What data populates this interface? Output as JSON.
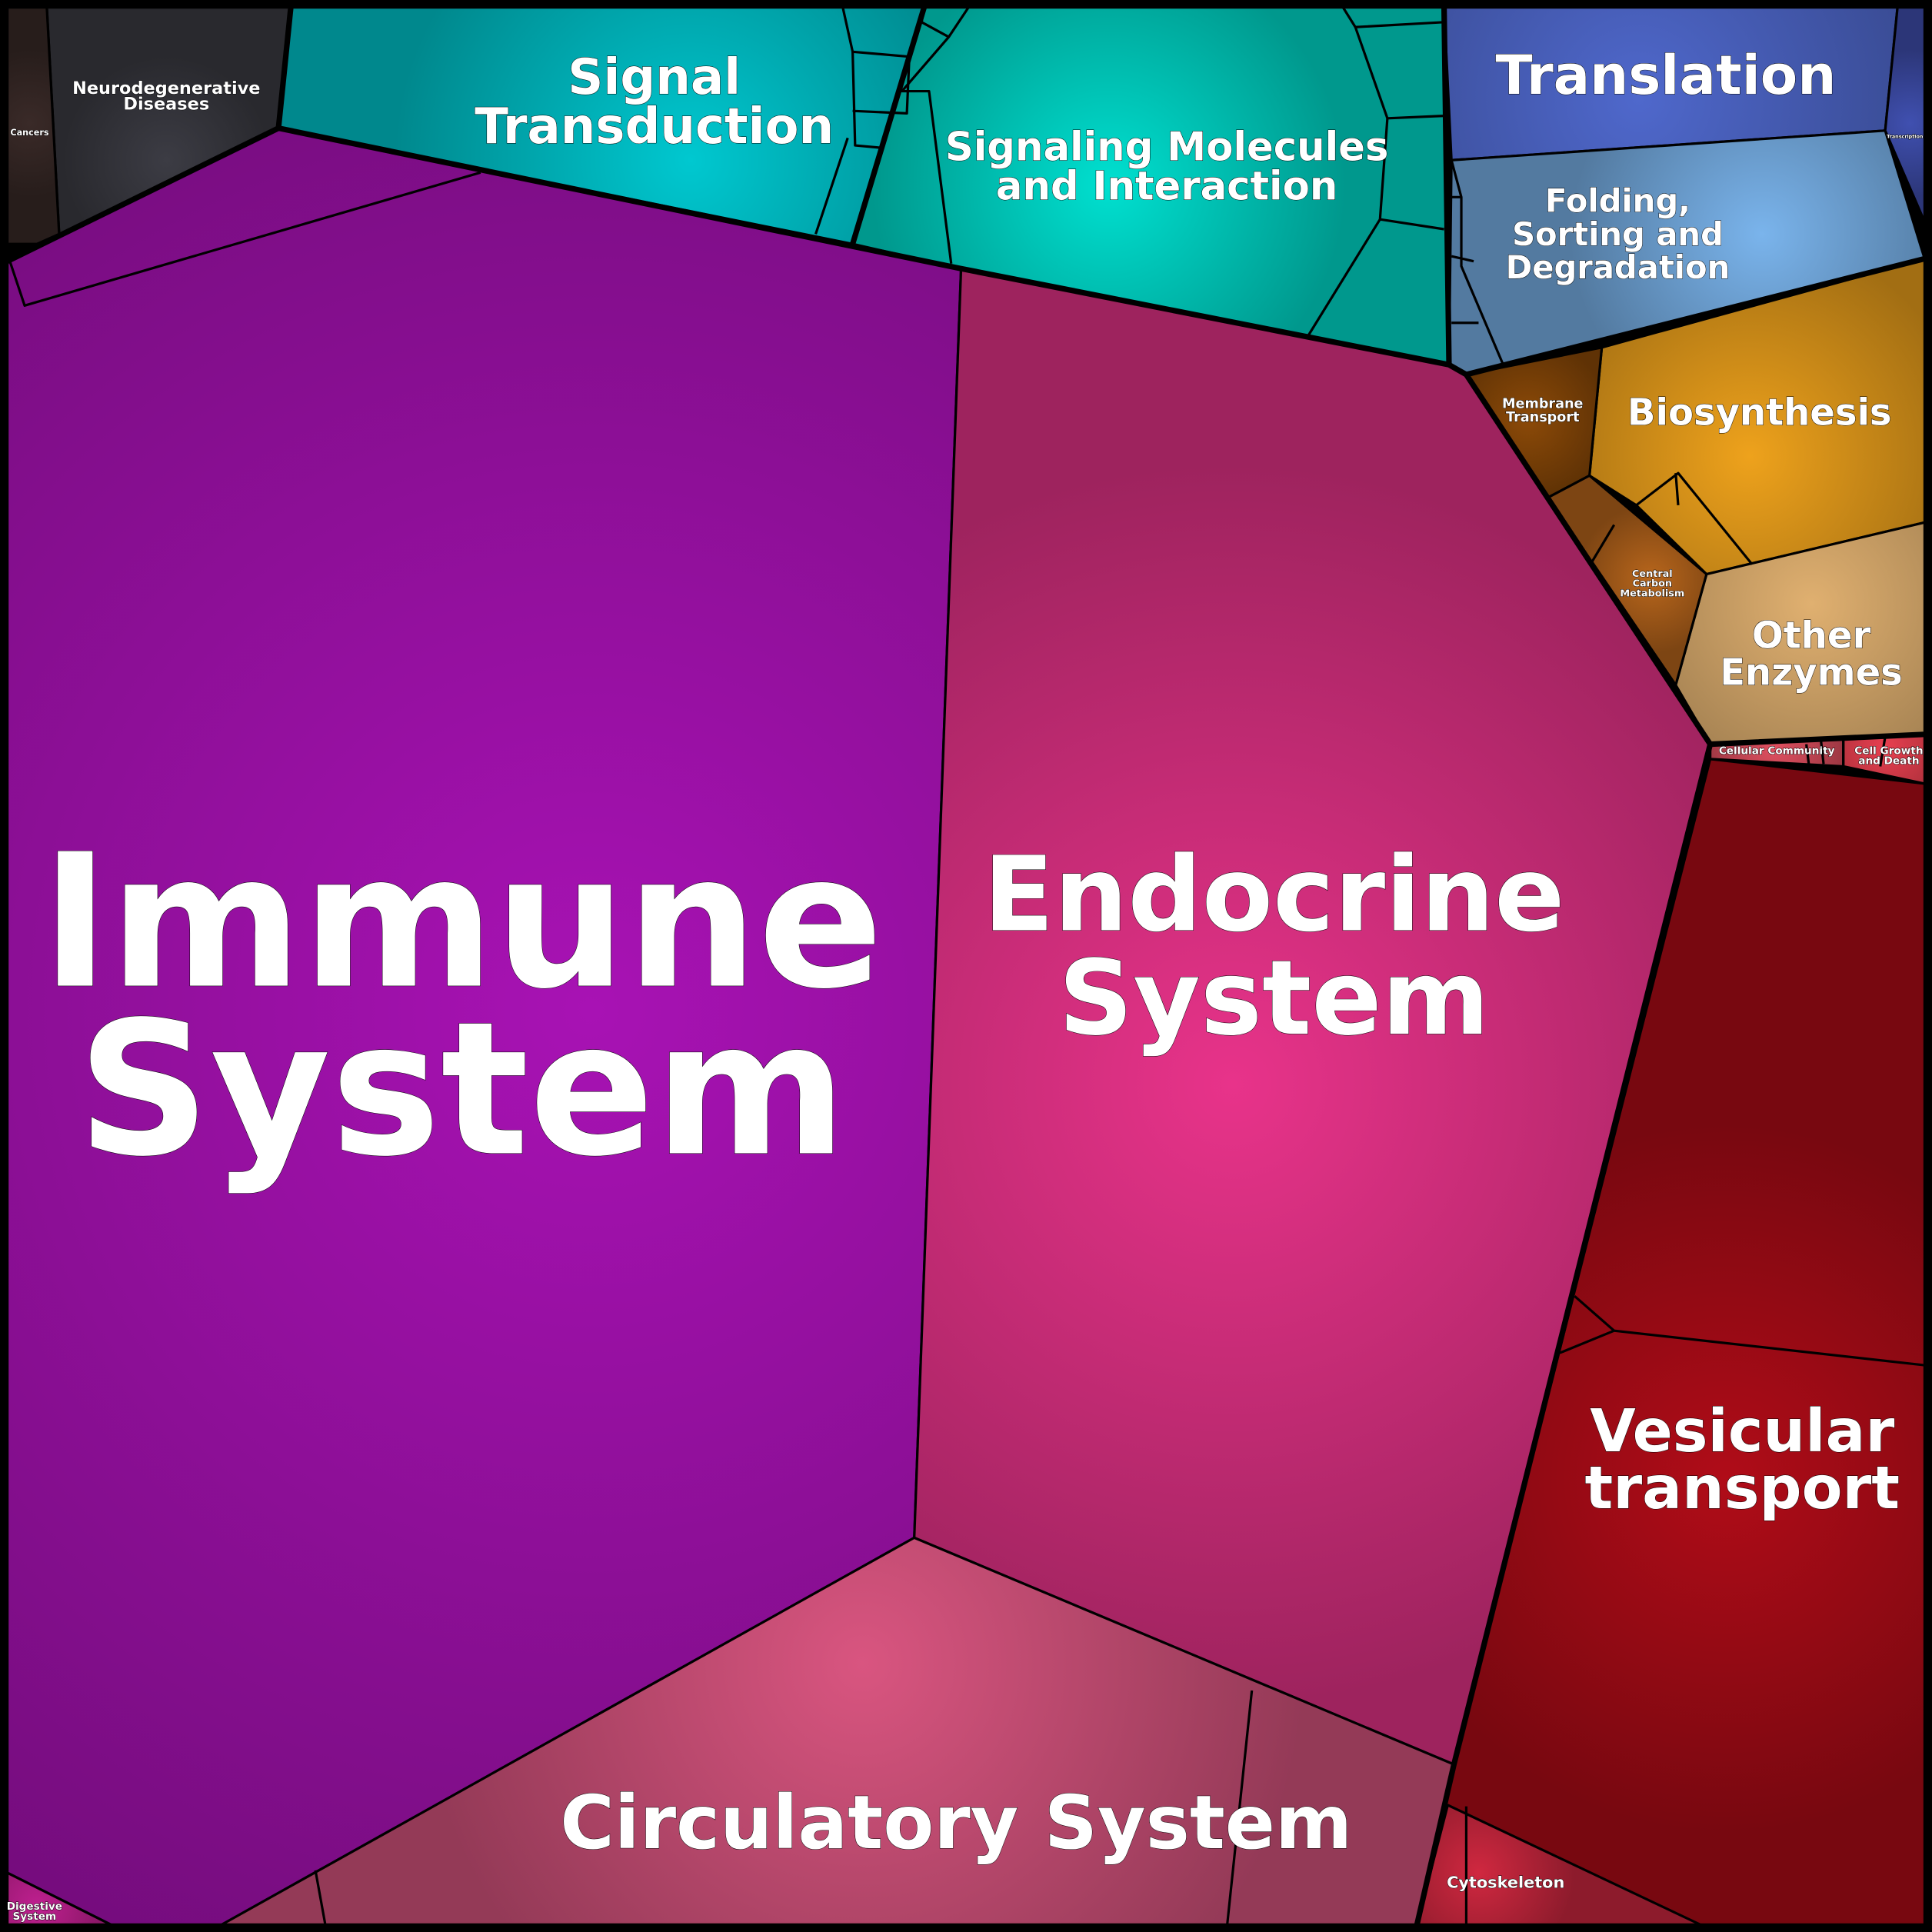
{
  "diagram": {
    "type": "voronoi-treemap",
    "categories": [
      {
        "id": "immune",
        "label_lines": [
          "Immune",
          "System"
        ],
        "color": "#a812b4"
      },
      {
        "id": "endocrine",
        "label_lines": [
          "Endocrine",
          "System"
        ],
        "color": "#e8338a"
      },
      {
        "id": "circulatory",
        "label_lines": [
          "Circulatory System"
        ],
        "color": "#d95580"
      },
      {
        "id": "vesicular",
        "label_lines": [
          "Vesicular",
          "transport"
        ],
        "color": "#b00c18"
      },
      {
        "id": "signal",
        "label_lines": [
          "Signal",
          "Transduction"
        ],
        "color": "#00c8d0"
      },
      {
        "id": "signaling",
        "label_lines": [
          "Signaling Molecules",
          "and Interaction"
        ],
        "color": "#00e0d0"
      },
      {
        "id": "translation",
        "label_lines": [
          "Translation"
        ],
        "color": "#4f68cc"
      },
      {
        "id": "folding",
        "label_lines": [
          "Folding,",
          "Sorting and",
          "Degradation"
        ],
        "color": "#7ab4ec"
      },
      {
        "id": "biosynthesis",
        "label_lines": [
          "Biosynthesis"
        ],
        "color": "#eea21c"
      },
      {
        "id": "other_enzymes",
        "label_lines": [
          "Other",
          "Enzymes"
        ],
        "color": "#e0b070"
      },
      {
        "id": "membrane",
        "label_lines": [
          "Membrane",
          "Transport"
        ],
        "color": "#8c4a08"
      },
      {
        "id": "central_carbon",
        "label_lines": [
          "Central",
          "Carbon",
          "Metabolism"
        ],
        "color": "#b8661c"
      },
      {
        "id": "neuro",
        "label_lines": [
          "Neurodegenerative",
          "Diseases"
        ],
        "color": "#3c3c44"
      },
      {
        "id": "cancers",
        "label_lines": [
          "Cancers"
        ],
        "color": "#3a2a28"
      },
      {
        "id": "cellular_community",
        "label_lines": [
          "Cellular Community"
        ],
        "color": "#e05060"
      },
      {
        "id": "cell_growth",
        "label_lines": [
          "Cell Growth",
          "and Death"
        ],
        "color": "#e84050"
      },
      {
        "id": "cytoskeleton",
        "label_lines": [
          "Cytoskeleton"
        ],
        "color": "#d02840"
      },
      {
        "id": "transcription",
        "label_lines": [
          "Transcription"
        ],
        "color": "#4050b0"
      },
      {
        "id": "digestive",
        "label_lines": [
          "Digestive",
          "System"
        ],
        "color": "#c02090"
      }
    ]
  }
}
